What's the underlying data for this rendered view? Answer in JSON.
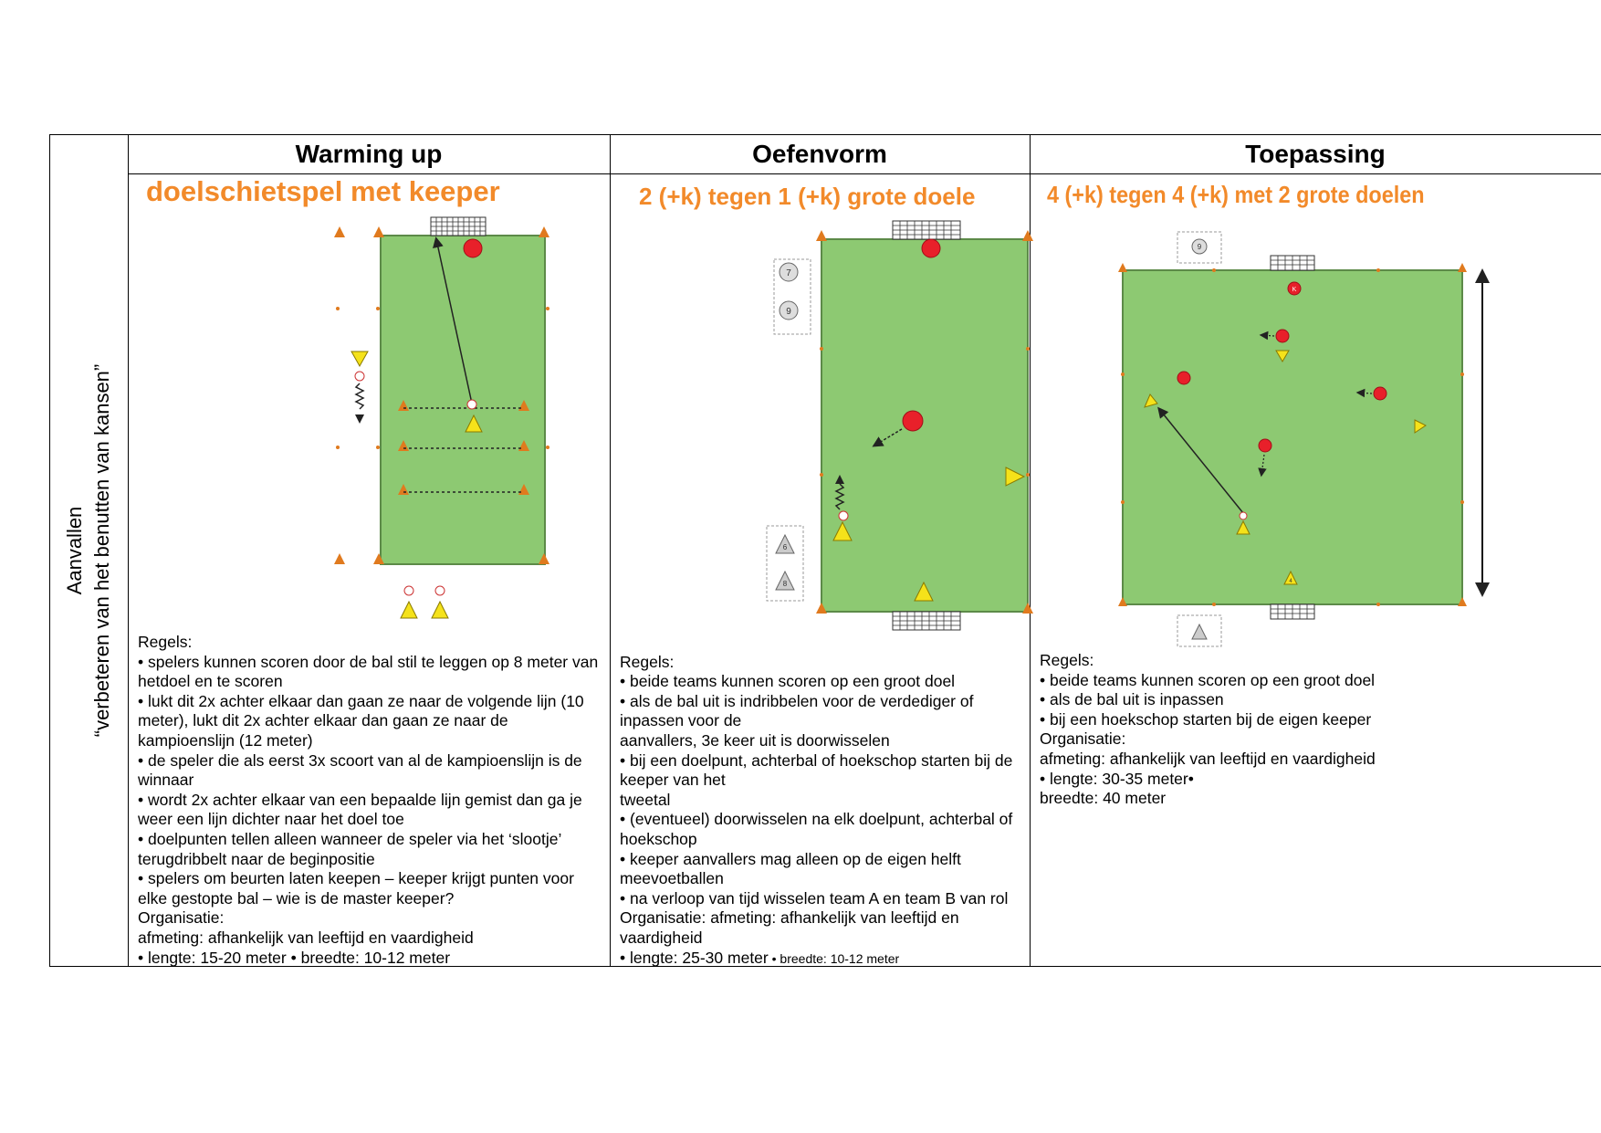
{
  "side_label": {
    "line1": "Aanvallen",
    "line2": "“verbeteren van het benutten van kansen”"
  },
  "headers": [
    "Warming up",
    "Oefenvorm",
    "Toepassing"
  ],
  "drills": [
    {
      "title": "doelschietspel met keeper",
      "rules": "Regels:\n • spelers kunnen scoren door de bal stil te leggen op 8 meter van hetdoel en te scoren\n• lukt dit 2x achter elkaar dan gaan ze naar de volgende lijn (10 meter), lukt dit 2x achter elkaar dan gaan ze naar de kampioenslijn (12 meter)\n• de speler die als eerst 3x scoort van al de kampioenslijn is de winnaar\n• wordt 2x achter elkaar van een bepaalde lijn gemist dan ga je weer een lijn dichter naar het doel toe\n• doelpunten tellen alleen wanneer de speler via het ‘slootje’ terugdribbelt naar de beginpositie\n• spelers om beurten laten keepen – keeper krijgt punten voor elke gestopte bal – wie is de master keeper?\nOrganisatie:\n afmeting: afhankelijk van leeftijd en vaardigheid\n• lengte: 15-20 meter • breedte: 10-12 meter"
    },
    {
      "title": "2 (+k) tegen 1 (+k) grote doele",
      "rules_main": "Regels:\n • beide teams kunnen scoren op een groot doel\n• als de bal uit is indribbelen voor de verdediger of inpassen voor de\naanvallers, 3e keer uit is doorwisselen\n• bij een doelpunt, achterbal of hoekschop starten bij de keeper van het\ntweetal\n• (eventueel) doorwisselen na elk doelpunt, achterbal of hoekschop\n• keeper aanvallers mag alleen op de eigen helft meevoetballen\n• na verloop van tijd wisselen team A en team B van rol\nOrganisatie: afmeting: afhankelijk van leeftijd en vaardigheid",
      "rules_last": "• lengte: 25-30 meter",
      "rules_small": " • breedte: 10-12 meter"
    },
    {
      "title": "4 (+k) tegen 4 (+k) met 2 grote doelen",
      "rules": "Regels:\n• beide teams kunnen scoren op een groot doel\n• als de bal uit is inpassen\n• bij een hoekschop starten bij de eigen keeper\nOrganisatie:\n afmeting: afhankelijk van leeftijd en vaardigheid\n• lengte: 30-35 meter•\n breedte: 40 meter"
    }
  ],
  "diagram_labels": {
    "sub7": "7",
    "sub9a": "9",
    "sub6": "6",
    "sub8": "8",
    "sub9b": "9",
    "k": "K",
    "four": "4"
  },
  "colors": {
    "field": "#8dc972",
    "field_border": "#5c8a48",
    "cone": "#e07a1e",
    "red_player": "#e8202a",
    "yellow_player": "#f5e21a",
    "title_orange": "#f28a2a"
  }
}
